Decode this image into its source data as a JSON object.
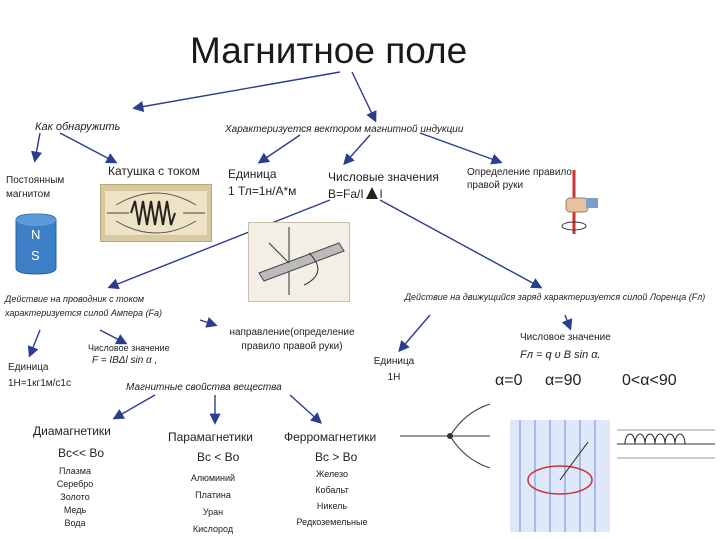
{
  "title": "Магнитное поле",
  "how_detect": "Как обнаружить",
  "characterized": "Характеризуется вектором магнитной индукции",
  "permanent_magnet": "Постоянным магнитом",
  "coil": "Катушка с током",
  "unit_block": {
    "line1": "Единица",
    "line2": "1 Тл=1н/А*м"
  },
  "numeric_block": {
    "line1": "Числовые значения",
    "line2a": "B=Fa/I",
    "line2b": "l"
  },
  "right_hand_def": "Определение правило правой руки",
  "magnet_n": "N",
  "magnet_s": "S",
  "ampere_action": "Действие на проводник с током характеризуется силой Ампера (Fa)",
  "lorentz_action": "Действие на движущийся заряд характеризуется силой Лоренца (Fл)",
  "direction_rule": "направление(определение правило правой руки)",
  "numeric_value_left": "Числовое значение",
  "unit_left": {
    "line1": "Единица",
    "line2": "1Н=1кг1м/с1с"
  },
  "unit_right": {
    "line1": "Единица",
    "line2": "1Н"
  },
  "numeric_value_right": "Числовое значение",
  "lorentz_formula": "Fл = q υ B sin α.",
  "angles": [
    "α=0",
    "α=90",
    "0<α<90"
  ],
  "ampere_formula": "F = IBΔl sin α ,",
  "properties": "Магнитные свойства вещества",
  "diamagnetics": {
    "title": "Диамагнетики",
    "relation": "Вс<< Во",
    "items": [
      "Плазма",
      "Серебро",
      "Золото",
      "Медь",
      "Вода"
    ]
  },
  "paramagnetics": {
    "title": "Парамагнетики",
    "relation": "Вс < Во",
    "items": [
      "Алюминий",
      "Платина",
      "Уран",
      "Кислород"
    ]
  },
  "ferromagnetics": {
    "title": "Ферромагнетики",
    "relation": "Вс > Во",
    "items": [
      "Железо",
      "Кобальт",
      "Никель",
      "Редкоземельные"
    ]
  },
  "colors": {
    "arrow": "#2a3d8f",
    "magnet": "#3d7fc6",
    "magnet_dark": "#2b5f9e"
  }
}
